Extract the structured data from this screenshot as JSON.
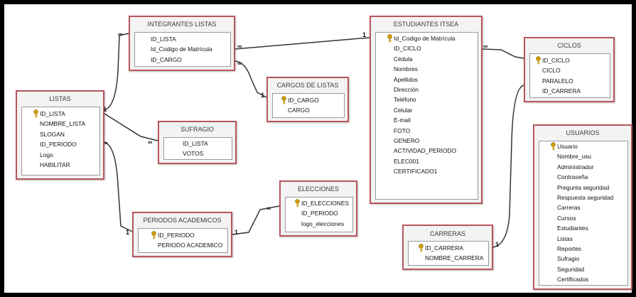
{
  "tables": {
    "integrantes_listas": {
      "title": "INTEGRANTES LISTAS",
      "fields": [
        "ID_LISTA",
        "Id_Codigo de Matrícula",
        "ID_CARGO"
      ]
    },
    "estudiantes_itsea": {
      "title": "ESTUDIANTES ITSEA",
      "fields": [
        "Id_Codigo de Matrícula",
        "ID_CICLO",
        "Cédula",
        "Nombres",
        "Apellidos",
        "Dirección",
        "Teléfono",
        "Celular",
        "E-mail",
        "FOTO",
        "GENERO",
        "ACTIVIDAD_PERIODO",
        "ELEC001",
        "CERTIFICADO1"
      ]
    },
    "ciclos": {
      "title": "CICLOS",
      "fields": [
        "ID_CICLO",
        "CICLO",
        "PARALELO",
        "ID_CARRERA"
      ]
    },
    "cargos_de_listas": {
      "title": "CARGOS DE LISTAS",
      "fields": [
        "ID_CARGO",
        "CARGO"
      ]
    },
    "listas": {
      "title": "LISTAS",
      "fields": [
        "ID_LISTA",
        "NOMBRE_LISTA",
        "SLOGAN",
        "ID_PERIODO",
        "Logo",
        "HABILITAR"
      ]
    },
    "sufragio": {
      "title": "SUFRAGIO",
      "fields": [
        "ID_LISTA",
        "VOTOS"
      ]
    },
    "usuarios": {
      "title": "USUARIOS",
      "fields": [
        "Usuario",
        "Nombre_usu",
        "Administrador",
        "Contraseña",
        "Pregunta seguridad",
        "Respuesta seguridad",
        "Carreras",
        "Cursos",
        "Estudiantes",
        "Listas",
        "Reportes",
        "Sufragio",
        "Seguridad",
        "Certificados"
      ]
    },
    "elecciones": {
      "title": "ELECCIONES",
      "fields": [
        "ID_ELECCIONES",
        "ID_PERIODO",
        "logo_elecciones"
      ]
    },
    "periodos_academicos": {
      "title": "PERIODOS ACADEMICOS",
      "fields": [
        "ID_PERIODO",
        "PERIODO ACADEMICO"
      ]
    },
    "carreras": {
      "title": "CARRERAS",
      "fields": [
        "ID_CARRERA",
        "NOMBRE_CARRERA"
      ]
    }
  },
  "relationships": [
    {
      "id": "lista-integrantes",
      "one": "1",
      "many": "∞"
    },
    {
      "id": "integrantes-estudiantes",
      "one": "1",
      "many": "∞"
    },
    {
      "id": "integrantes-cargos",
      "one": "1",
      "many": "∞"
    },
    {
      "id": "lista-sufragio",
      "one": "1",
      "many": "∞"
    },
    {
      "id": "lista-periodos",
      "one": "1",
      "many": "∞"
    },
    {
      "id": "periodos-elecciones",
      "one": "1",
      "many": "∞"
    },
    {
      "id": "estudiantes-ciclos",
      "one": "1",
      "many": "∞"
    },
    {
      "id": "ciclos-carreras",
      "one": "1",
      "many": "∞"
    }
  ]
}
